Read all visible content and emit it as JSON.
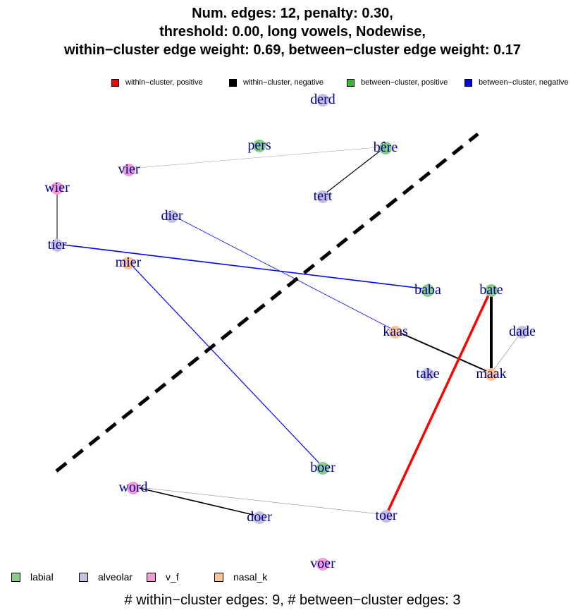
{
  "title": {
    "line1": "Num. edges: 12, penalty: 0.30,",
    "line2": "threshold: 0.00, long vowels, Nodewise,",
    "line3": "within−cluster edge weight: 0.69, between−cluster edge weight: 0.17"
  },
  "edge_legend": [
    {
      "label": "within−cluster, positive",
      "color": "#ff0000"
    },
    {
      "label": "within−cluster, negative",
      "color": "#000000"
    },
    {
      "label": "between−cluster, positive",
      "color": "#33bb33"
    },
    {
      "label": "between−cluster, negative",
      "color": "#0000ff"
    }
  ],
  "cluster_legend": [
    {
      "label": "labial",
      "color": "#88cc88"
    },
    {
      "label": "alveolar",
      "color": "#c7bfe0"
    },
    {
      "label": "v_f",
      "color": "#f29bd4"
    },
    {
      "label": "nasal_k",
      "color": "#fcc593"
    }
  ],
  "footer": "# within−cluster edges: 9, # between−cluster edges: 3",
  "nodes": [
    {
      "label": "derd",
      "cluster": "alveolar"
    },
    {
      "label": "pers",
      "cluster": "labial"
    },
    {
      "label": "bêre",
      "cluster": "labial"
    },
    {
      "label": "vier",
      "cluster": "v_f"
    },
    {
      "label": "wier",
      "cluster": "v_f"
    },
    {
      "label": "tert",
      "cluster": "alveolar"
    },
    {
      "label": "dier",
      "cluster": "alveolar"
    },
    {
      "label": "tier",
      "cluster": "alveolar"
    },
    {
      "label": "mier",
      "cluster": "nasal_k"
    },
    {
      "label": "baba",
      "cluster": "labial"
    },
    {
      "label": "bate",
      "cluster": "labial"
    },
    {
      "label": "kaas",
      "cluster": "nasal_k"
    },
    {
      "label": "dade",
      "cluster": "alveolar"
    },
    {
      "label": "take",
      "cluster": "alveolar"
    },
    {
      "label": "maak",
      "cluster": "nasal_k"
    },
    {
      "label": "boer",
      "cluster": "labial"
    },
    {
      "label": "word",
      "cluster": "v_f"
    },
    {
      "label": "doer",
      "cluster": "alveolar"
    },
    {
      "label": "toer",
      "cluster": "alveolar"
    },
    {
      "label": "voer",
      "cluster": "v_f"
    }
  ],
  "edges": [
    {
      "from": "vier",
      "to": "bêre",
      "type": "within−cluster, negative",
      "weight": 0.3
    },
    {
      "from": "tert",
      "to": "bêre",
      "type": "within−cluster, negative",
      "weight": 1.2
    },
    {
      "from": "wier",
      "to": "tier",
      "type": "within−cluster, negative",
      "weight": 1.0
    },
    {
      "from": "tier",
      "to": "baba",
      "type": "between−cluster, negative",
      "weight": 1.6
    },
    {
      "from": "dier",
      "to": "kaas",
      "type": "between−cluster, negative",
      "weight": 0.8
    },
    {
      "from": "mier",
      "to": "boer",
      "type": "between−cluster, negative",
      "weight": 1.2
    },
    {
      "from": "kaas",
      "to": "maak",
      "type": "within−cluster, negative",
      "weight": 2.0
    },
    {
      "from": "bate",
      "to": "maak",
      "type": "within−cluster, negative",
      "weight": 4.0
    },
    {
      "from": "dade",
      "to": "maak",
      "type": "within−cluster, negative",
      "weight": 0.5
    },
    {
      "from": "bate",
      "to": "toer",
      "type": "within−cluster, positive",
      "weight": 3.5
    },
    {
      "from": "word",
      "to": "doer",
      "type": "within−cluster, negative",
      "weight": 1.6
    },
    {
      "from": "word",
      "to": "toer",
      "type": "within−cluster, negative",
      "weight": 0.4
    }
  ],
  "colors": {
    "label_text": "#00008b",
    "separator": "#000000"
  }
}
